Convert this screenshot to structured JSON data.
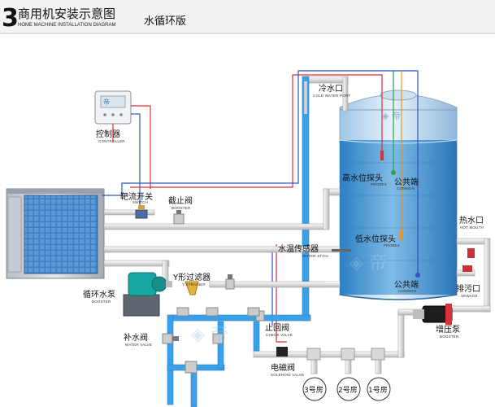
{
  "header": {
    "number": "3",
    "title_cn": "商用机安装示意图",
    "title_en": "HOME MACHINE INSTALLATION DIAGRAM",
    "subtitle": "水循环版"
  },
  "labels": {
    "controller": {
      "cn": "控制器",
      "en": "CONTROLLER"
    },
    "switch": {
      "cn": "",
      "en": "SWITCH"
    },
    "flow_switch": {
      "cn": "靶流开关",
      "en": ""
    },
    "stop_valve": {
      "cn": "截止阀",
      "en": "BOOSTER"
    },
    "cold_water_port": {
      "cn": "冷水口",
      "en": "COLD WATER PORT"
    },
    "high_probe": {
      "cn": "高水位探头",
      "en": "PROBES"
    },
    "common_top": {
      "cn": "公共端",
      "en": "COMMON"
    },
    "water_temp_sensor": {
      "cn": "水温传感器",
      "en": "WATER STICK"
    },
    "low_probe": {
      "cn": "低水位探头",
      "en": "PROBES"
    },
    "common_bottom": {
      "cn": "公共端",
      "en": "COMMON"
    },
    "hot_water_port": {
      "cn": "热水口",
      "en": "HOT MOUTH"
    },
    "drain_port": {
      "cn": "排污口",
      "en": "SEWAGE"
    },
    "circ_pump": {
      "cn": "循环水泵",
      "en": "BOOSTER"
    },
    "y_strainer": {
      "cn": "Y形过滤器",
      "en": "Y-STRAINER"
    },
    "check_valve": {
      "cn": "止回阀",
      "en": "CHECK VALVE"
    },
    "booster_pump": {
      "cn": "增压泵",
      "en": "BOOSTER"
    },
    "makeup_valve": {
      "cn": "补水阀",
      "en": "WATER VALVE"
    },
    "solenoid_valve": {
      "cn": "电磁阀",
      "en": "SOLENOID VALVE"
    }
  },
  "rooms": [
    "3号房",
    "2号房",
    "1号房"
  ],
  "colors": {
    "pipe_cold": "#3aa0e8",
    "pipe_hot": "#e9e9e9",
    "wire_red": "#d9303a",
    "wire_blue": "#2e54c8",
    "wire_green": "#2ea04a",
    "wire_orange": "#e8961e",
    "tank_water": "#3d8fd0"
  }
}
